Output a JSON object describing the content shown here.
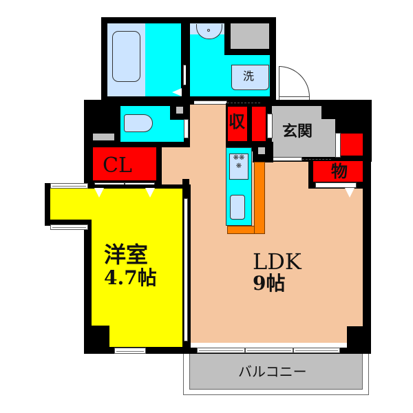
{
  "floorplan": {
    "rooms": {
      "western_room": {
        "name": "洋室",
        "size": "4.7帖"
      },
      "ldk": {
        "name": "LDK",
        "size": "9帖"
      },
      "closet": {
        "name": "CL"
      },
      "storage": {
        "name": "収"
      },
      "entrance": {
        "name": "玄関"
      },
      "storeroom": {
        "name": "物"
      },
      "balcony": {
        "name": "バルコニー"
      },
      "laundry": {
        "name": "洗"
      }
    },
    "colors": {
      "wet_area": "#00ffff",
      "storage": "#ff0000",
      "western_room": "#ffff00",
      "ldk": "#f5c6a0",
      "entrance_balcony": "#c0c0c0",
      "counter": "#ff8000",
      "wall": "#000000"
    }
  }
}
